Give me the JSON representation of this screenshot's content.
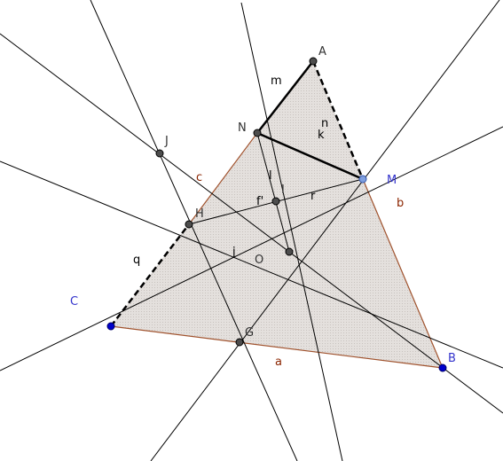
{
  "figure": {
    "fill_color": "#e3dedb",
    "triangle_edge_color": "#a0522d",
    "line_color": "#000000",
    "point_color": "#4d4d4d",
    "blue_point_color": "#0000cc",
    "blue_label_color": "#3333cc",
    "free_point_color": "#7f9fdf",
    "segment_label_color": "#8b2500"
  },
  "points": {
    "A": "A",
    "B": "B",
    "C": "C",
    "M": "M",
    "N": "N",
    "J": "J",
    "H": "H",
    "I": "I",
    "O": "O",
    "G": "G"
  },
  "segment_labels": {
    "a": "a",
    "b": "b",
    "c": "c",
    "m": "m",
    "n": "n",
    "k": "k",
    "l": "l",
    "f1": "f'",
    "r": "r",
    "j": "j",
    "q": "q"
  }
}
